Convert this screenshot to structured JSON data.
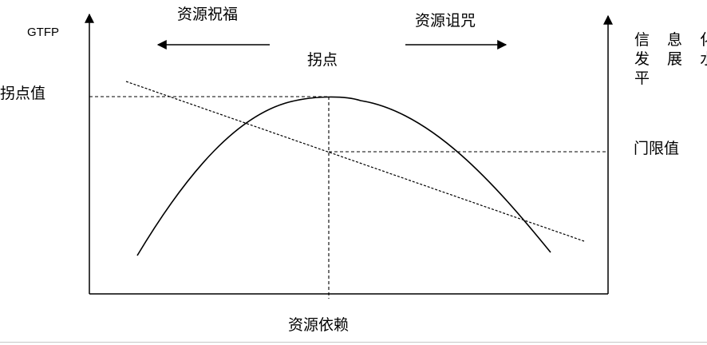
{
  "diagram": {
    "left_axis_label": "GTFP",
    "right_axis_label_lines": [
      "信 息 化",
      "发 展 水",
      "平"
    ],
    "x_axis_label": "资源依赖",
    "left_arrow_label": "资源祝福",
    "right_arrow_label": "资源诅咒",
    "turning_point_label": "拐点",
    "turning_value_label": "拐点值",
    "threshold_label": "门限值"
  }
}
